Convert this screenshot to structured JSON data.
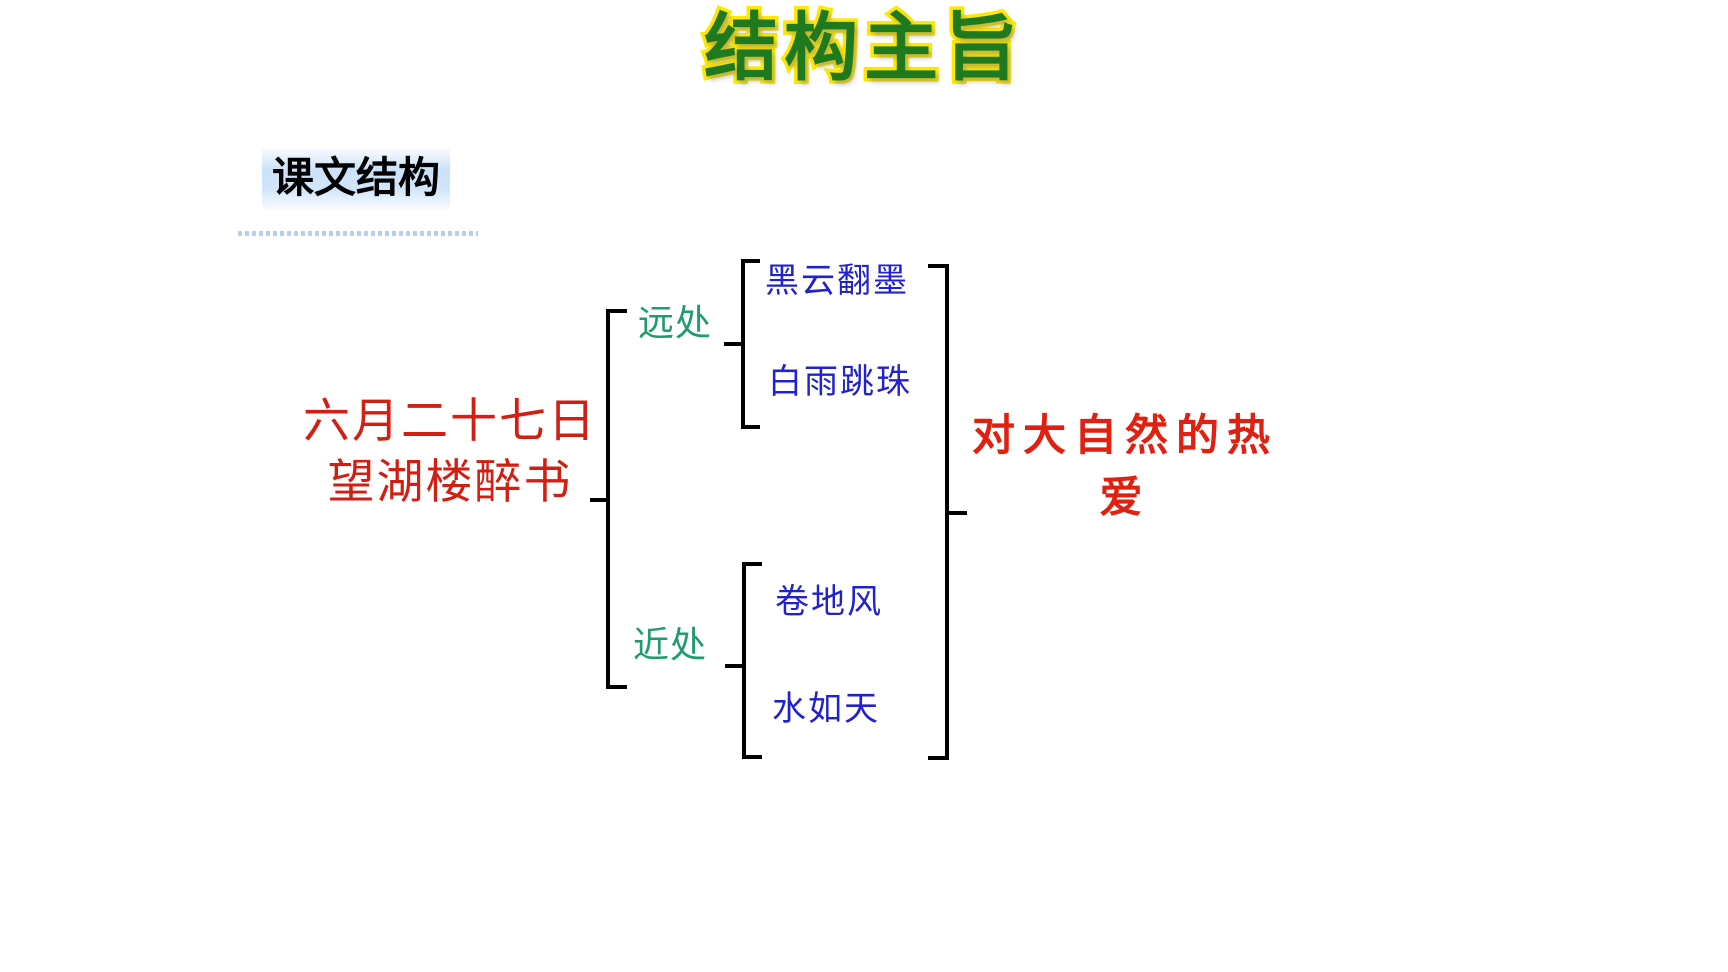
{
  "slide": {
    "title": "结构主旨",
    "title_color": "#1f7a1f",
    "title_outline_color": "#ffe800",
    "subheading": "课文结构",
    "subheading_highlight_color": "#c8e0f8"
  },
  "diagram": {
    "root": "六月二十七日\n望湖楼醉书",
    "root_color": "#d21f14",
    "branches": [
      {
        "label": "远处",
        "label_color": "#1f9c6a",
        "leaves": [
          "黑云翻墨",
          "白雨跳珠"
        ]
      },
      {
        "label": "近处",
        "label_color": "#1f9c6a",
        "leaves": [
          "卷地风",
          "水如天"
        ]
      }
    ],
    "leaf_color": "#2222cc",
    "conclusion": "对大自然的热爱",
    "conclusion_color": "#e02010",
    "brace_color": "#000000"
  }
}
